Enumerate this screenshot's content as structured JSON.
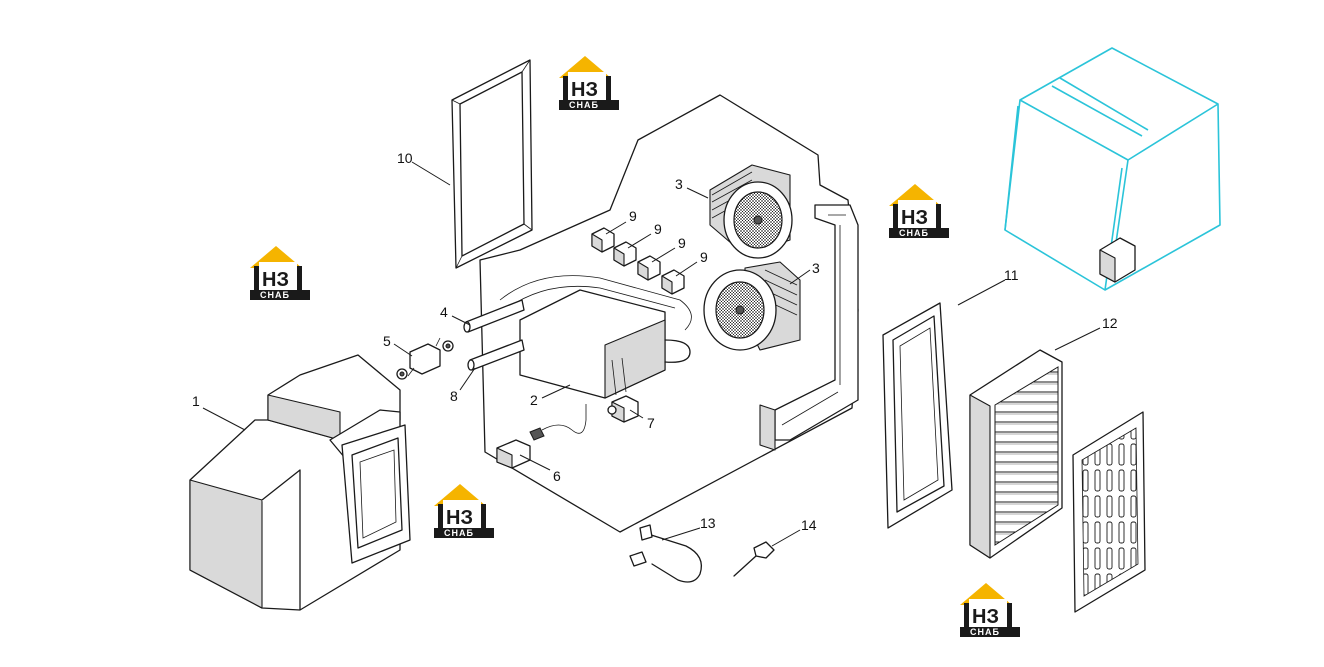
{
  "diagram": {
    "callouts": [
      {
        "id": "1",
        "label": "1"
      },
      {
        "id": "2",
        "label": "2"
      },
      {
        "id": "3a",
        "label": "3"
      },
      {
        "id": "3b",
        "label": "3"
      },
      {
        "id": "4",
        "label": "4"
      },
      {
        "id": "5",
        "label": "5"
      },
      {
        "id": "6",
        "label": "6"
      },
      {
        "id": "7",
        "label": "7"
      },
      {
        "id": "8",
        "label": "8"
      },
      {
        "id": "9a",
        "label": "9"
      },
      {
        "id": "9b",
        "label": "9"
      },
      {
        "id": "9c",
        "label": "9"
      },
      {
        "id": "9d",
        "label": "9"
      },
      {
        "id": "10",
        "label": "10"
      },
      {
        "id": "11",
        "label": "11"
      },
      {
        "id": "12",
        "label": "12"
      },
      {
        "id": "13",
        "label": "13"
      },
      {
        "id": "14",
        "label": "14"
      }
    ],
    "watermark": {
      "top_text": "НЗ",
      "bottom_text": "СНАБ",
      "accent_color": "#f5b400"
    },
    "colors": {
      "line": "#1a1a1a",
      "cab_outline": "#2bc4d9",
      "background": "#ffffff"
    }
  }
}
